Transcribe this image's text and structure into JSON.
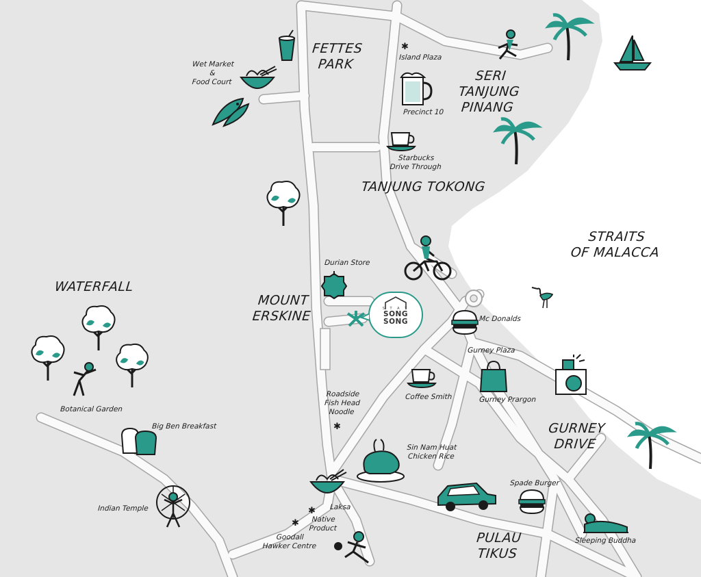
{
  "colors": {
    "land": "#e6e6e6",
    "sea": "#ffffff",
    "road": "#fafafa",
    "road_edge": "#a5a5a5",
    "teal": "#2a9a8a",
    "ink": "#1b1b1b"
  },
  "areas": {
    "fettes_park": "FETTES\nPARK",
    "seri_tanjung_pinang": "SERI\nTANJUNG\nPINANG",
    "tanjung_tokong": "TANJUNG TOKONG",
    "straits_of_malacca": "STRAITS\nOF MALACCA",
    "waterfall": "WATERFALL",
    "mount_erskine": "MOUNT\nERSKINE",
    "gurney_drive": "GURNEY\nDRIVE",
    "pulau_tikus": "PULAU\nTIKUS"
  },
  "places": {
    "wet_market": "Wet Market\n&\nFood Court",
    "island_plaza": "Island Plaza",
    "precinct_10": "Precinct 10",
    "starbucks": "Starbucks\nDrive Through",
    "durian_store": "Durian Store",
    "mcdonalds": "Mc Donalds",
    "gurney_plaza": "Gurney Plaza",
    "gurney_paragon": "Gurney Prargon",
    "coffee_smith": "Coffee Smith",
    "fish_head_noodle": "Roadside\nFish Head\nNoodle",
    "botanical_garden": "Botanical Garden",
    "big_ben": "Big Ben Breakfast",
    "sin_nam_huat": "Sin Nam Huat\nChicken Rice",
    "spade_burger": "Spade Burger",
    "indian_temple": "Indian Temple",
    "laksa": "Laksa",
    "native_product": "Native\nProduct",
    "goodall": "Goodall\nHawker Centre",
    "sleeping_buddha": "Sleeping Buddha"
  },
  "logo": {
    "top": "S T A Y",
    "name": "SONG\nSONG"
  },
  "icons": [
    "drink-icon",
    "noodle-bowl-icon",
    "fish-icon",
    "beer-mug-icon",
    "runner-icon",
    "palm-tree-icon",
    "sailboat-icon",
    "coffee-cup-icon",
    "tree-icon",
    "durian-icon",
    "cyclist-icon",
    "heron-icon",
    "burger-icon",
    "shopping-bag-icon",
    "camera-icon",
    "car-icon",
    "chicken-icon",
    "bread-icon",
    "temple-icon",
    "buddha-icon",
    "football-player-icon",
    "yoga-person-icon"
  ]
}
